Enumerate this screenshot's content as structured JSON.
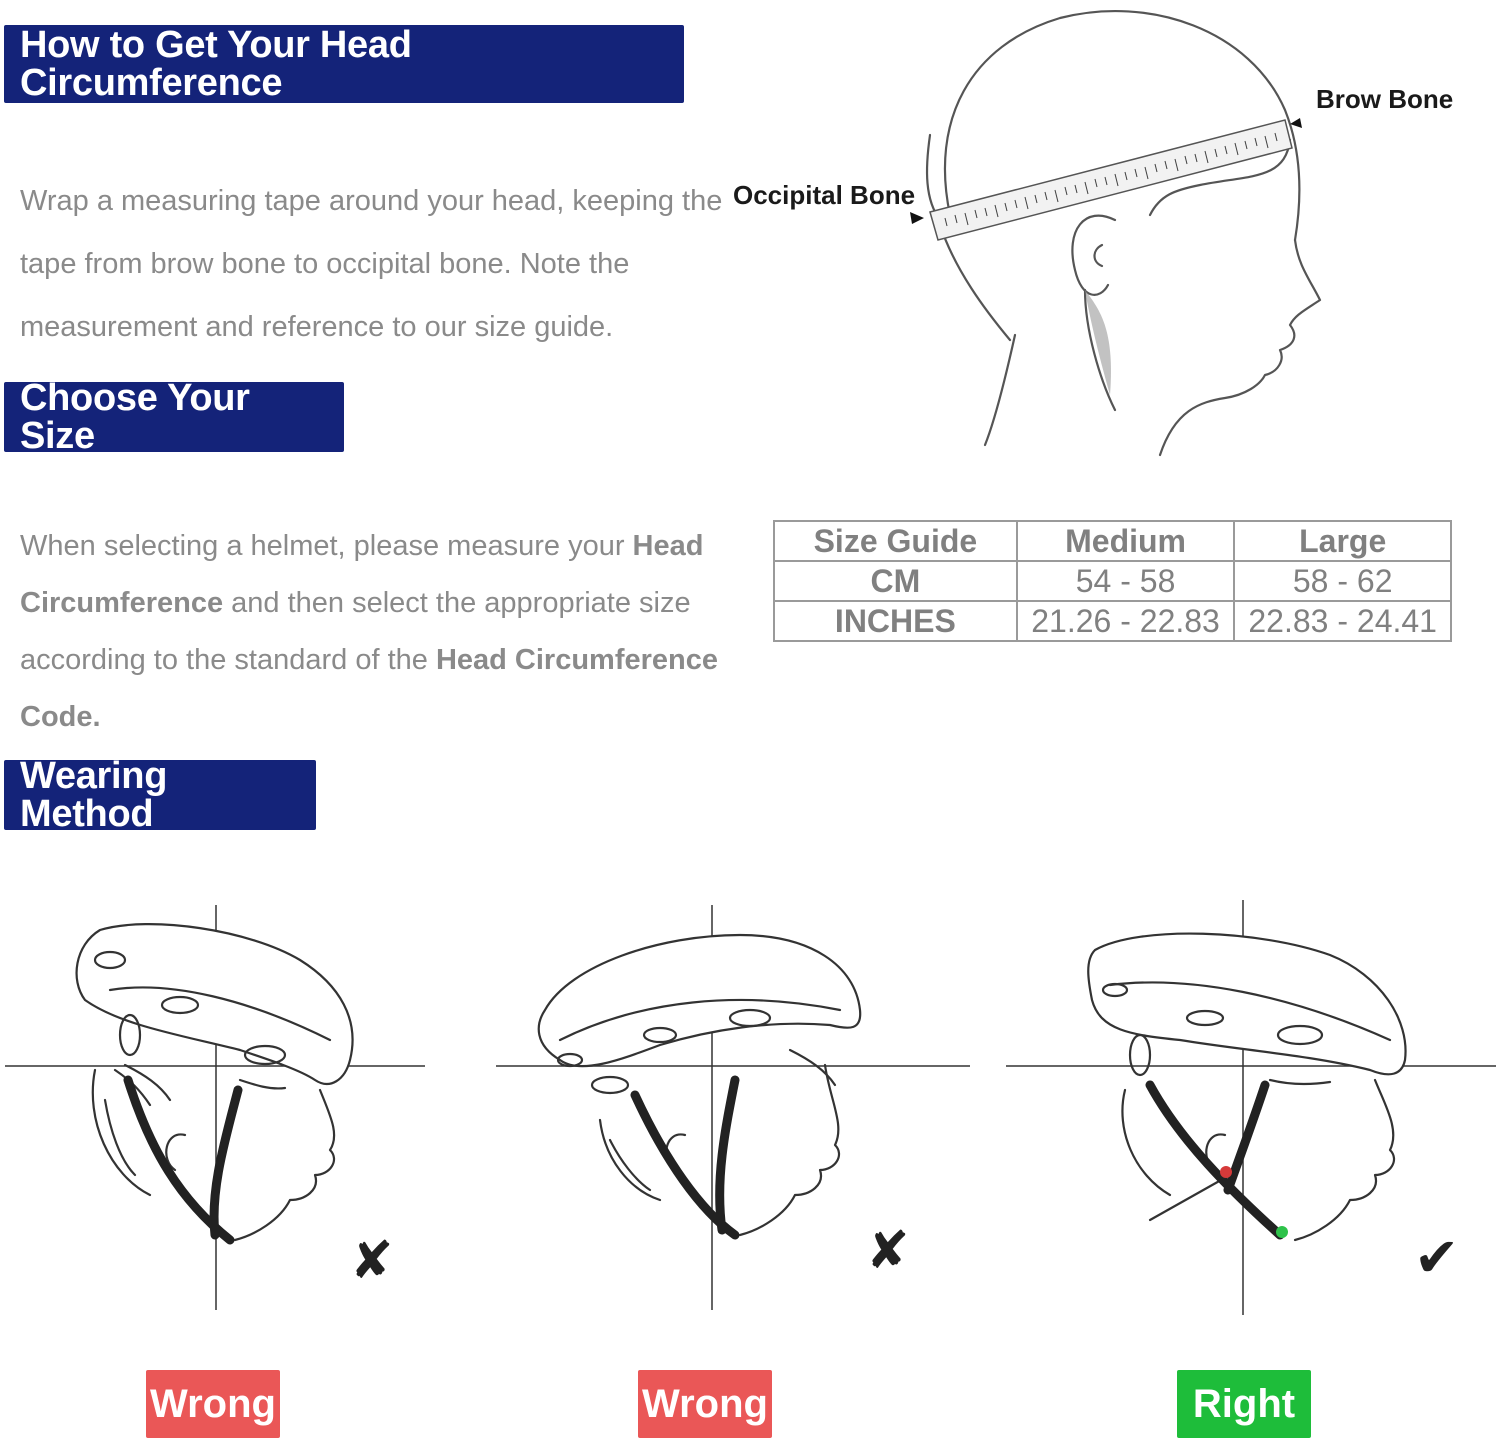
{
  "sections": {
    "measure_title": "How to Get Your Head Circumference",
    "size_title": "Choose Your Size",
    "wearing_title": "Wearing Method"
  },
  "measure": {
    "text": "Wrap a measuring tape around your head, keeping the tape from brow bone to occipital bone. Note the measurement and reference to our size guide.",
    "label_brow": "Brow Bone",
    "label_occipital": "Occipital Bone"
  },
  "size": {
    "intro_1": "When selecting a helmet, please measure your ",
    "intro_bold_1": "Head Circumference",
    "intro_2": " and then select the appropriate size according to the standard of the ",
    "intro_bold_2": "Head Circumference Code.",
    "table": {
      "header": [
        "Size Guide",
        "Medium",
        "Large"
      ],
      "rows": [
        [
          "CM",
          "54 - 58",
          "58 - 62"
        ],
        [
          "INCHES",
          "21.26 - 22.83",
          "22.83 - 24.41"
        ]
      ]
    }
  },
  "wearing": {
    "examples": [
      {
        "label": "Wrong",
        "mark": "✘",
        "color": "#ea5757"
      },
      {
        "label": "Wrong",
        "mark": "✘",
        "color": "#ea5757"
      },
      {
        "label": "Right",
        "mark": "✔",
        "color": "#1ebd3a"
      }
    ]
  },
  "colors": {
    "banner": "#142379",
    "wrong": "#ea5757",
    "right": "#1ebd3a",
    "text_gray": "#8a8a8a"
  }
}
